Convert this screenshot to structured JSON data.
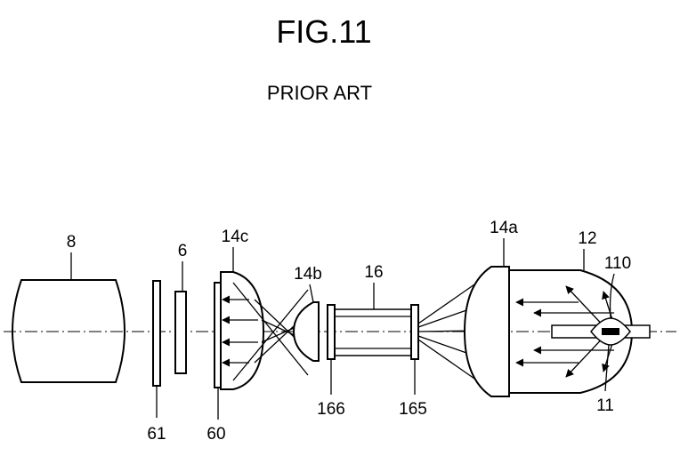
{
  "figure": {
    "title": "FIG.11",
    "subtitle": "PRIOR ART"
  },
  "labels": {
    "l8": "8",
    "l6": "6",
    "l14c": "14c",
    "l14b": "14b",
    "l16": "16",
    "l14a": "14a",
    "l12": "12",
    "l110": "110",
    "l61": "61",
    "l60": "60",
    "l166": "166",
    "l165": "165",
    "l11": "11"
  }
}
